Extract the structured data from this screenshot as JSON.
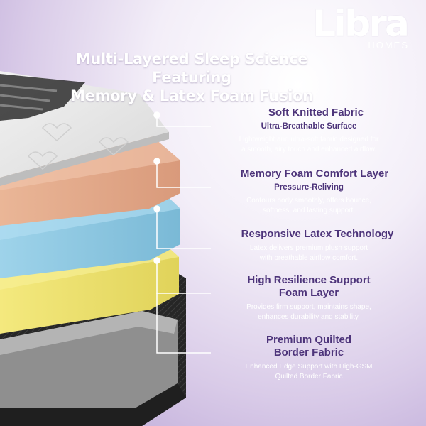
{
  "brand": {
    "name": "Libra",
    "sub": "HOMES"
  },
  "headline": {
    "line1": "Multi-Layered Sleep Science Featuring",
    "line2": "Memory & Latex Foam Fusion"
  },
  "features": [
    {
      "title": "Soft Knitted Fabric",
      "subtitle": "Ultra-Breathable Surface",
      "desc1": "Lightweight and ultra-soft fabric designed for",
      "desc2": "a smooth, airy touch and enhanced airflow."
    },
    {
      "title": "Memory Foam Comfort Layer",
      "subtitle": "Pressure-Reliving",
      "desc1": "Contours body smoothly, offers bounce,",
      "desc2": "softness, and lasting support."
    },
    {
      "title": "Responsive Latex Technology",
      "desc1": "Latex delivers premium plush support",
      "desc2": "with breathable airflow comfort."
    },
    {
      "title1": "High Resilience Support",
      "title2": "Foam Layer",
      "desc1": "Provides firm support, maintains shape,",
      "desc2": "enhances durability and stability."
    },
    {
      "title1": "Premium Quilted",
      "title2": "Border Fabric",
      "desc1": "Enhanced Edge Support with High-GSM",
      "desc2": "Quilted Border Fabric"
    }
  ],
  "colors": {
    "title": "#4d347a",
    "knit": "#e7e7e7",
    "memory_foam": "#e2a98b",
    "latex": "#8ec8e2",
    "support_foam": "#eee272",
    "border_fabric": "#2a2a2a"
  }
}
